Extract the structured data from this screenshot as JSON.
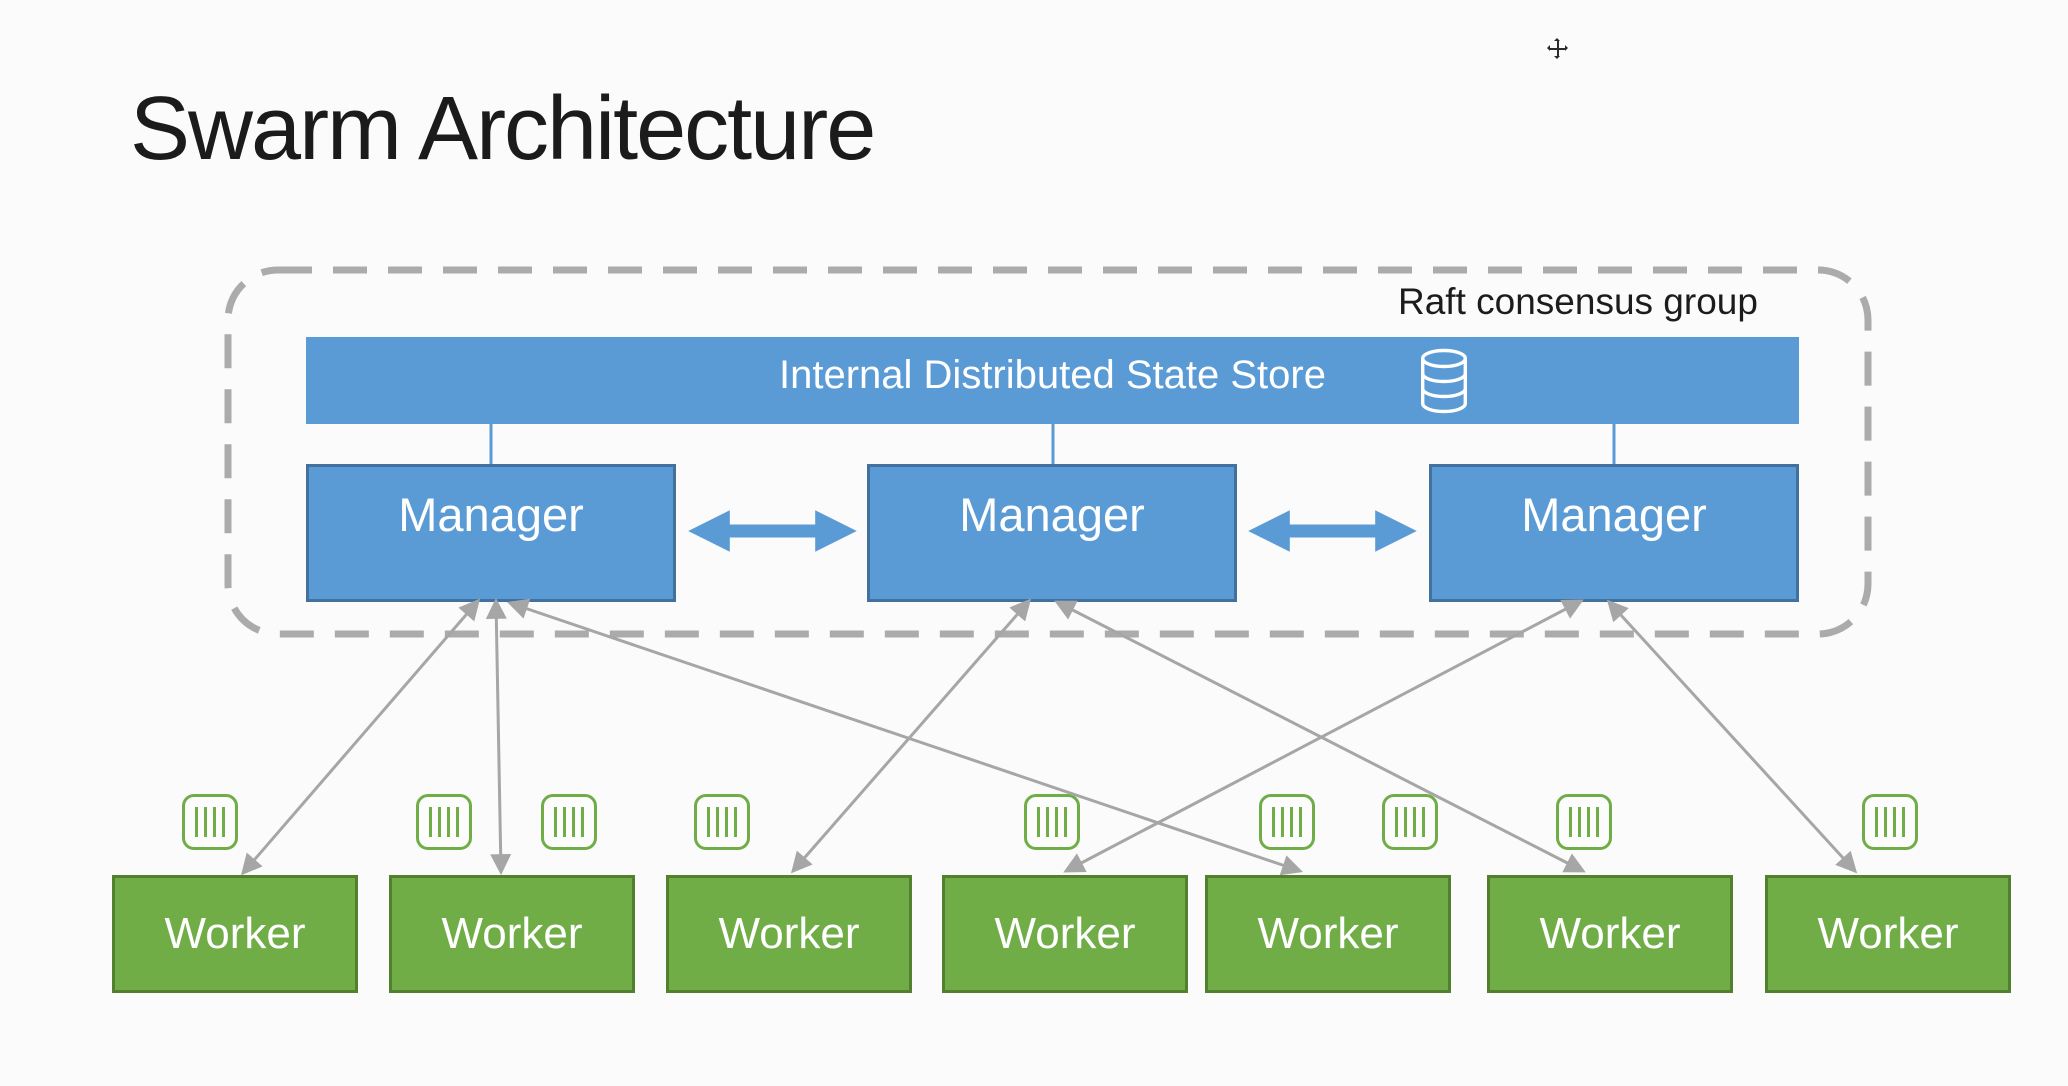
{
  "title": "Swarm Architecture",
  "cluster": {
    "label": "Raft consensus group",
    "state_store": {
      "label": "Internal Distributed State Store",
      "icon": "database-icon"
    }
  },
  "managers": [
    {
      "label": "Manager"
    },
    {
      "label": "Manager"
    },
    {
      "label": "Manager"
    }
  ],
  "workers": [
    {
      "label": "Worker",
      "container_icons": 1
    },
    {
      "label": "Worker",
      "container_icons": 2
    },
    {
      "label": "Worker",
      "container_icons": 1
    },
    {
      "label": "Worker",
      "container_icons": 1
    },
    {
      "label": "Worker",
      "container_icons": 2
    },
    {
      "label": "Worker",
      "container_icons": 1
    },
    {
      "label": "Worker",
      "container_icons": 1
    }
  ],
  "edges": {
    "manager_to_manager": [
      {
        "from": "manager-1",
        "to": "manager-2",
        "bidirectional": true
      },
      {
        "from": "manager-2",
        "to": "manager-3",
        "bidirectional": true
      }
    ],
    "manager_to_worker": [
      {
        "from": "manager-1",
        "to": "worker-1",
        "bidirectional": true
      },
      {
        "from": "manager-1",
        "to": "worker-2",
        "bidirectional": true
      },
      {
        "from": "manager-1",
        "to": "worker-5",
        "bidirectional": true
      },
      {
        "from": "manager-2",
        "to": "worker-3",
        "bidirectional": true
      },
      {
        "from": "manager-2",
        "to": "worker-6",
        "bidirectional": true
      },
      {
        "from": "manager-3",
        "to": "worker-4",
        "bidirectional": true
      },
      {
        "from": "manager-3",
        "to": "worker-7",
        "bidirectional": true
      }
    ]
  },
  "icons": {
    "database": "database-icon",
    "container": "container-icon",
    "cursor": "move-cursor-icon"
  },
  "colors": {
    "blue_fill": "#5B9BD5",
    "blue_border": "#41719C",
    "green_fill": "#70AD47",
    "green_border": "#53802E",
    "arrow_gray": "#A6A6A6",
    "dash_gray": "#ABABAB",
    "text_dark": "#1B1B1B",
    "box_text": "#FFFFFF",
    "background": "#FBFBFB"
  }
}
